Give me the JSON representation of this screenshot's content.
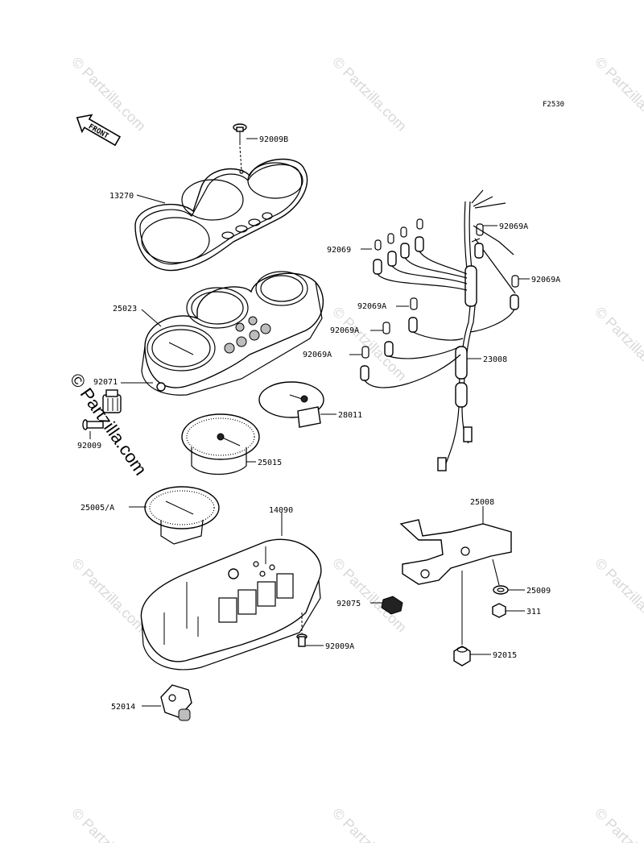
{
  "figure_code": "F2530",
  "front_label": "FRONT",
  "watermark": "© Partzilla.com",
  "parts": [
    {
      "id": "92009B"
    },
    {
      "id": "13270"
    },
    {
      "id": "25023"
    },
    {
      "id": "92071"
    },
    {
      "id": "92009"
    },
    {
      "id": "28011"
    },
    {
      "id": "25015"
    },
    {
      "id": "25005/A"
    },
    {
      "id": "14090"
    },
    {
      "id": "92009A"
    },
    {
      "id": "52014"
    },
    {
      "id": "92069"
    },
    {
      "id": "92069A"
    },
    {
      "id": "92069A"
    },
    {
      "id": "92069A"
    },
    {
      "id": "92069A"
    },
    {
      "id": "92069A"
    },
    {
      "id": "23008"
    },
    {
      "id": "25008"
    },
    {
      "id": "25009"
    },
    {
      "id": "311"
    },
    {
      "id": "92075"
    },
    {
      "id": "92015"
    }
  ]
}
